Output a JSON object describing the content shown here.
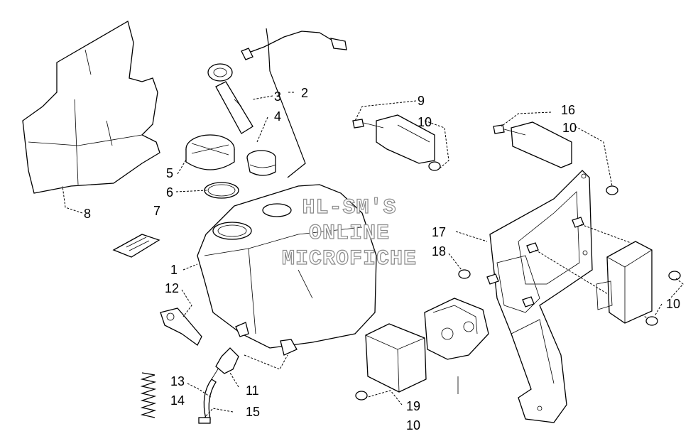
{
  "watermark": {
    "line1": "HL-SM'S",
    "line2": "ONLINE",
    "line3": "MICROFICHE"
  },
  "callouts": {
    "c1": "1",
    "c2": "2",
    "c3": "3",
    "c4": "4",
    "c5": "5",
    "c6": "6",
    "c7": "7",
    "c8": "8",
    "c9": "9",
    "c10a": "10",
    "c10b": "10",
    "c10c": "10",
    "c10d": "10",
    "c11": "11",
    "c12": "12",
    "c13": "13",
    "c14": "14",
    "c15": "15",
    "c16": "16",
    "c17": "17",
    "c18": "18",
    "c19": "19"
  }
}
